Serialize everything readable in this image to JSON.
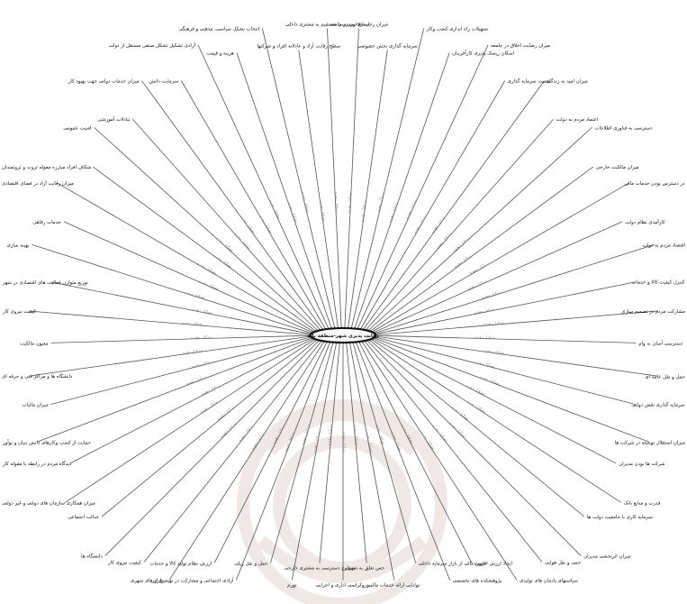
{
  "center": {
    "label": "رقابت پذیری شهر-منطقه پایه"
  },
  "relation_label": "تشکیل دهنده",
  "nodes": [
    "میزان رعایت قانون در جامعه",
    "سرمایه گذاری بخش خصوصی",
    "تسهیلات راه اندازی کسب وکار",
    "اسکان ریسک پذیری کارآفرینان",
    "میزان رضایت اخلاق در جامعه",
    "اهمیت سرمایه گذاری",
    "میزان امید به زندگی",
    "اعتماد مردم به دولت",
    "دسترسی به فناوری اطلاعات",
    "میزان مالکیت خارجی",
    "در دسترس بودن خدمات مالی",
    "کارآمدی نظام دولت",
    "اقتصاد مردم به دولت",
    "کنترل کیفیت کالا و خدمات",
    "مشارکت مردم در تصمیم سازی",
    "دسترسی آسان به وام",
    "حمل و نقل عامه ای",
    "سرمایه گذاری نقش دولتی",
    "میزان استقلال توسعه در شرکت ها",
    "شرکت ها بودن مدیران",
    "قدرت و منابع بانک",
    "سرمایه کاری با جامعیت دولت ها",
    "میزان اثربخشی مدیران",
    "حمی و نقل هوایی",
    "سیاستهای پادمان های تولیدی",
    "ایجاد ارزش افزوده",
    "پژوهشکده های تخصصی",
    "تامین مالی از بازار سرمایه داخلی",
    "توانایی ارائه خدمات مالی",
    "حس تعلق به شهر",
    "بوروکراسی اداری و اجرایی",
    "سطوح دسترسی به مشتری خارجی",
    "تورم",
    "حمل و نقل ریلی",
    "آزادی اجتماعی و مشارکت در تهیه طرح های شهری",
    "ارزش نظام تولید کالا و خدمات",
    "نرخ ارز",
    "کیفیت نیروی کار",
    "دانشگاه ها",
    "عدالت اجتماعی",
    "میزان همکاری سازمان های دولتی و غیر دولتی",
    "دیدگاه مردم در رابطه با مقوله کار",
    "حمایت از کسب وکارهای دانش بنیان و نوآور",
    "میزان مالیات",
    "دانشگاه ها و مراکز فنی و حرفه ای",
    "معیون مالکیت",
    "کیفیت نیروی کار",
    "توزیع متوازن فعالیت های اقتصادی در شهر",
    "بهینه سازی",
    "خدمات رفاهی",
    "میزان رقابت آزاد در فضای اقتصادی",
    "شکاف افراد مبارزه مقوله ثروت و ثروتمندان",
    "امنیت عمومی",
    "تبادلات آموزشی",
    "میزان خدمات دولتی جهت بهبود کار",
    "سرمایت دانش",
    "آزادی تشکیل تشکل صنفی مستقل از دولت",
    "هزینه و قیمت",
    "انتخاب تشکل سیاسی، مذهبی و فرهنگی",
    "سطح رقابت آزاد و عادلانه افراد و شرکتها",
    "سطح دسترسی مستقیم به مشتری داخلی"
  ]
}
